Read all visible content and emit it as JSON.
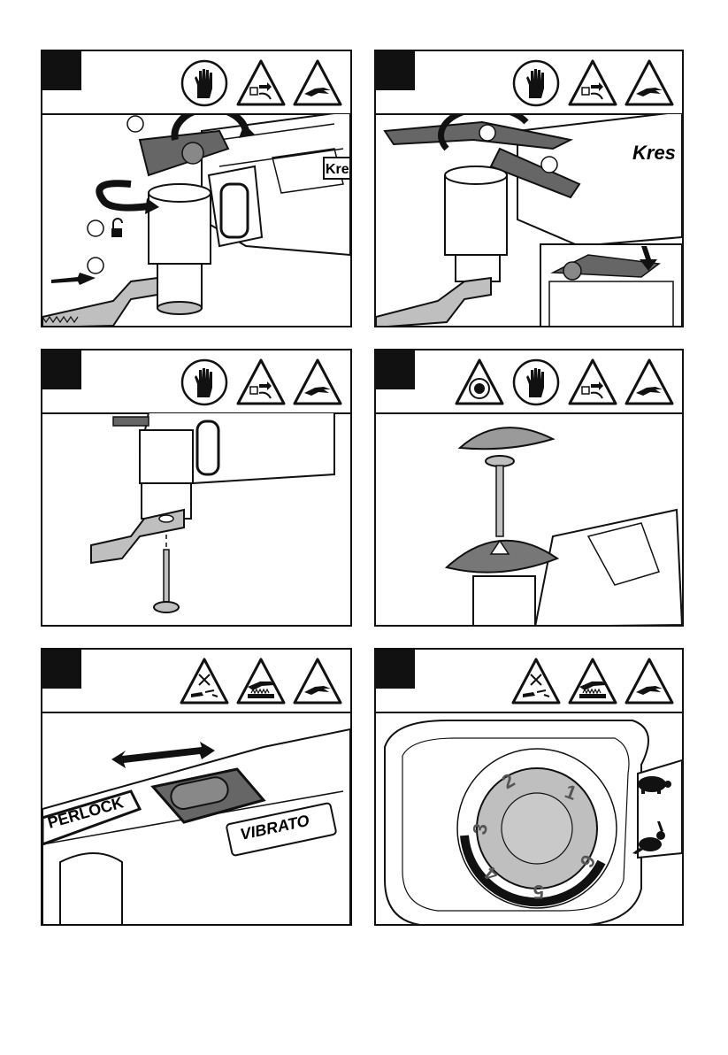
{
  "panel1": {
    "lock_icon": "unlock-icon",
    "callouts": [
      "",
      "",
      ""
    ]
  },
  "panel2": {
    "callouts": [
      "",
      ""
    ]
  },
  "panel5": {
    "switch_label": "VIBRATO",
    "lock_label": "PERLOCK"
  },
  "panel6": {
    "dial_numbers": [
      "1",
      "2",
      "3",
      "4",
      "5",
      "6"
    ],
    "low_speed_icon": "turtle-icon",
    "high_speed_icon": "rabbit-icon"
  },
  "brand_text": "Kres",
  "icons": {
    "gloves": "gloves-icon",
    "unplug": "unplug-warning-icon",
    "hand_warning": "hand-warning-icon",
    "sanding_pad": "sanding-pad-icon",
    "no_water": "no-water-icon",
    "hot_surface": "hot-surface-icon"
  },
  "colors": {
    "ink": "#111111",
    "panel_bg": "#ffffff",
    "fill_gray": "#bfbfbf",
    "dark_gray": "#666666"
  }
}
